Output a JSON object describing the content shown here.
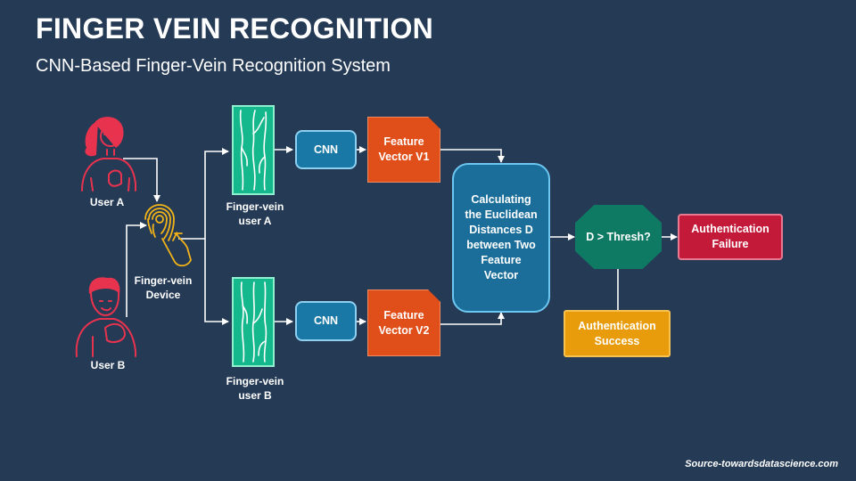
{
  "slide": {
    "title": "FINGER VEIN RECOGNITION",
    "subtitle": "CNN-Based Finger-Vein Recognition System",
    "source": "Source-towardsdatascience.com"
  },
  "colors": {
    "background": "#253a55",
    "user_icon": "#e8334f",
    "device_icon": "#f2b418",
    "vein_image": "#15b78c",
    "cnn": "#1a78a6",
    "feature_vector": "#e04e1a",
    "calculation": "#1a6e99",
    "decision": "#0e7a64",
    "success": "#e89c0b",
    "failure": "#c31a3a"
  },
  "diagram": {
    "user_a": {
      "label": "User A",
      "icon": "woman-user-icon"
    },
    "user_b": {
      "label": "User B",
      "icon": "man-user-icon"
    },
    "device": {
      "label_line1": "Finger-vein",
      "label_line2": "Device",
      "icon": "fingerprint-hand-icon"
    },
    "vein_a": {
      "label_line1": "Finger-vein",
      "label_line2": "user A",
      "icon": "vein-image-icon"
    },
    "vein_b": {
      "label_line1": "Finger-vein",
      "label_line2": "user B",
      "icon": "vein-image-icon"
    },
    "cnn_top": "CNN",
    "cnn_bottom": "CNN",
    "feature_v1_line1": "Feature",
    "feature_v1_line2": "Vector V1",
    "feature_v2_line1": "Feature",
    "feature_v2_line2": "Vector V2",
    "calculation_lines": [
      "Calculating",
      "the Euclidean",
      "Distances D",
      "between Two",
      "Feature",
      "Vector"
    ],
    "decision": "D > Thresh?",
    "success_line1": "Authentication",
    "success_line2": "Success",
    "failure_line1": "Authentication",
    "failure_line2": "Failure"
  }
}
